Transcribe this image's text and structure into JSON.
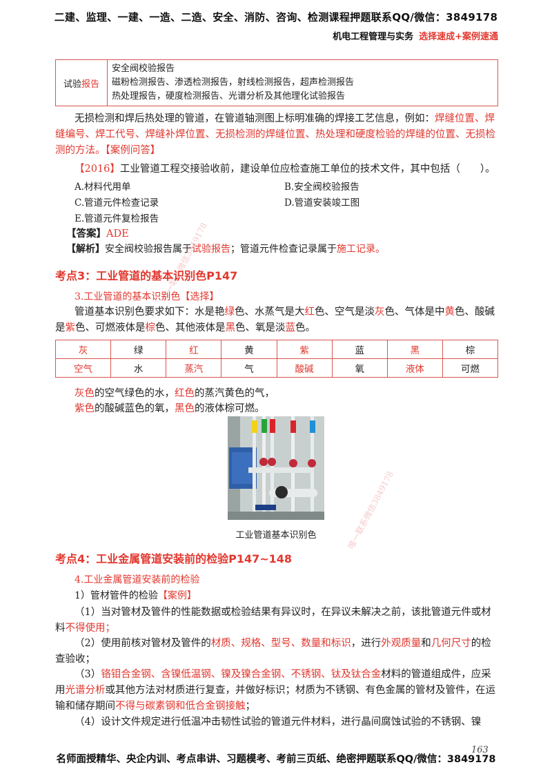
{
  "header": {
    "top": "二建、监理、一建、一造、二造、安全、消防、咨询、检测课程押题联系QQ/微信：3849178",
    "subject": "机电工程管理与实务",
    "tag": "选择速成+案例速通"
  },
  "report_table": {
    "label_prefix": "试验",
    "label_red": "报告",
    "lines": [
      "安全阀校验报告",
      "磁粉检测报告、渗透检测报告，射线检测报告，超声检测报告",
      "热处理报告，硬度检测报告、光谱分析及其他理化试验报告"
    ]
  },
  "para1": {
    "black": "无损检测和焊后热处理的管道，在管道轴测图上标明准确的焊接工艺信息，例如：",
    "red": "焊缝位置、焊缝编号、焊工代号、焊缝补焊位置、无损检测的焊缝位置、热处理和硬度检验的焊缝的位置、无损检测的方法。【案例问答】"
  },
  "question": {
    "year": "【2016】",
    "text": "工业管道工程交接验收前，建设单位应检查施工单位的技术文件，其中包括（　　）。",
    "options": {
      "A": "A.材料代用单",
      "B": "B.安全阀校验报告",
      "C": "C.管道元件检查记录",
      "D": "D.管道安装竣工图",
      "E": "E.管道元件复检报告"
    },
    "answer_label": "【答案】",
    "answer": "ADE",
    "analysis_label": "【解析】",
    "analysis_1": "安全阀校验报告属于",
    "analysis_2": "试验报告",
    "analysis_3": "；管道元件检查记录属于",
    "analysis_4": "施工记录",
    "analysis_5": "。"
  },
  "section3": {
    "heading": "考点3：工业管道的基本识别色P147",
    "sub_black": "3.工业管道的基本识别色",
    "sub_red": "【选择】",
    "intro": {
      "p1": "管道基本识别色要求如下：水是艳",
      "c1": "绿",
      "p2": "色、水蒸气是大",
      "c2": "红",
      "p3": "色、空气是淡",
      "c3": "灰",
      "p4": "色、气体是中",
      "c4": "黄",
      "p5": "色、酸碱是",
      "c5": "紫",
      "p6": "色、可燃液体是",
      "c6": "棕",
      "p7": "色、其他液体是",
      "c7": "黑",
      "p8": "色、氧是淡",
      "c8": "蓝",
      "p9": "色。"
    },
    "colors": [
      "灰",
      "绿",
      "红",
      "黄",
      "紫",
      "蓝",
      "黑",
      "棕"
    ],
    "media": [
      "空气",
      "水",
      "蒸汽",
      "气",
      "酸碱",
      "氧",
      "液体",
      "可燃"
    ],
    "red_cols": [
      0,
      2,
      4,
      6
    ],
    "mnemonic1_red": "灰色",
    "mnemonic1_a": "的空气绿色的水，",
    "mnemonic1_red2": "红色",
    "mnemonic1_b": "的蒸汽黄色的气，",
    "mnemonic2_red": "紫色",
    "mnemonic2_a": "的酸碱蓝色的氧，",
    "mnemonic2_red2": "黑色",
    "mnemonic2_b": "的液体棕可燃。",
    "caption": "工业管道基本识别色"
  },
  "section4": {
    "heading": "考点4：工业金属管道安装前的检验P147~148",
    "sub": "4.工业金属管道安装前的检验",
    "sub1_black": "1）管材管件的检验",
    "sub1_red": "【案例】",
    "p1_black": "（1）当对管材及管件的性能数据或检验结果有异议时，在异议未解决之前，该批管道元件或材料",
    "p1_red": "不得使用；",
    "p2_a": "（2）使用前核对管材及管件的",
    "p2_r1": "材质、规格、型号、数量和标识",
    "p2_b": "，进行",
    "p2_r2": "外观质量",
    "p2_c": "和",
    "p2_r3": "几何尺寸",
    "p2_d": "的检查验收；",
    "p3_a": "（3）",
    "p3_r1": "铬钼合金钢、含镍低温钢、镍及镍合金钢、不锈钢、钛及钛合金",
    "p3_b": "材料的管道组成件，应采用",
    "p3_r2": "光谱分析",
    "p3_c": "或其他方法对材质进行复查，并做好标识；材质为不锈钢、有色金属的管材及管件，在运输和储存期间",
    "p3_r3": "不得与碳素钢和低合金钢接触",
    "p3_d": "；",
    "p4": "（4）设计文件规定进行低温冲击韧性试验的管道元件材料，进行晶间腐蚀试验的不锈钢、镍"
  },
  "footer": "名师面授精华、央企内训、考点串讲、习题模考、考前三页纸、绝密押题联系QQ/微信：3849178",
  "page_number": "163",
  "watermark": "唯一联系微信3849178",
  "colors": {
    "accent_red": "#e2372e",
    "table_border": "#d6544d"
  }
}
